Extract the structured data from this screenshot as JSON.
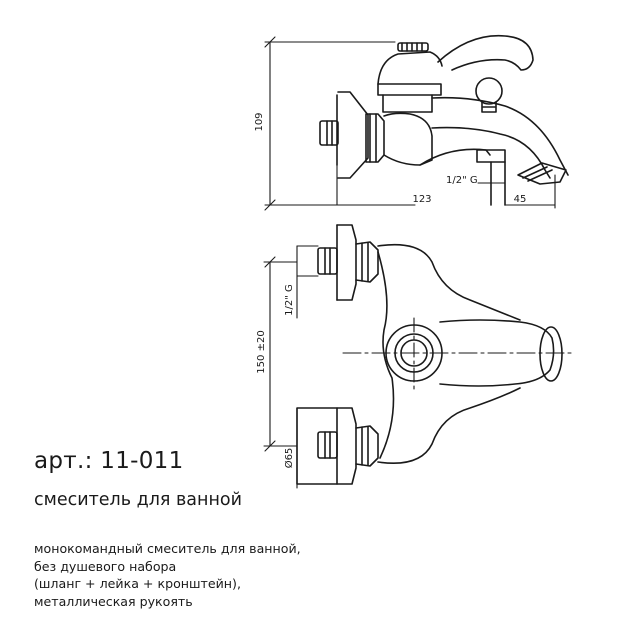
{
  "article": "арт.: 11-011",
  "product_name": "смеситель для ванной",
  "description": [
    "монокомандный смеситель для ванной,",
    "без душевого набора",
    "(шланг + лейка + кронштейн),",
    "металлическая рукоять"
  ],
  "dimensions": {
    "height": "109",
    "length": "123",
    "spout": "45",
    "thread_side": "1/2\" G",
    "thread_top": "1/2\" G",
    "center_distance": "150 ±20",
    "flange_diameter": "Ø65"
  }
}
